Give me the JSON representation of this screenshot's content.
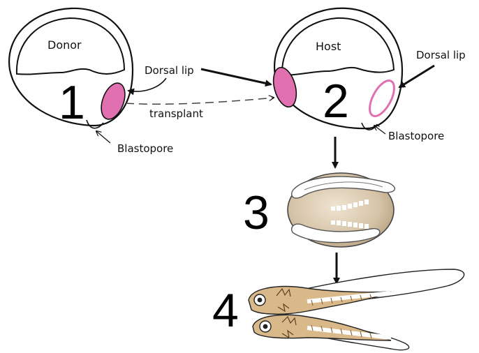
{
  "labels": {
    "donor": "Donor",
    "host": "Host",
    "dorsal_lip_1": "Dorsal lip",
    "dorsal_lip_2": "Dorsal lip",
    "blastopore_1": "Blastopore",
    "blastopore_2": "Blastopore",
    "transplant": "transplant"
  },
  "steps": [
    "1",
    "2",
    "3",
    "4"
  ],
  "colors": {
    "dorsal_lip_fill": "#e070b0",
    "dorsal_lip_outline": "#e070b0",
    "embryo_tan": "#d9b98a",
    "gastrula_beige": "#d8c8b0",
    "line": "#111111"
  }
}
